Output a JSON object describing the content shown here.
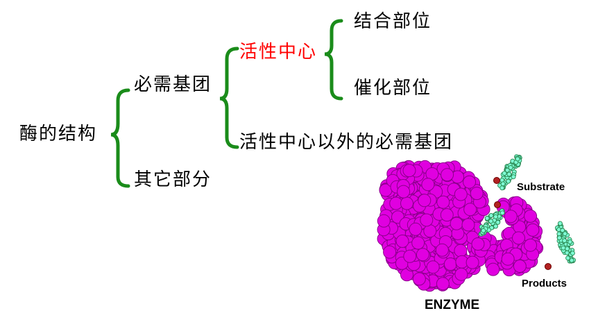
{
  "tree": {
    "root": "酶的结构",
    "level1_a": "必需基团",
    "level1_b": "其它部分",
    "level2_a": "活性中心",
    "level2_b": "活性中心以外的必需基团",
    "level3_a": "结合部位",
    "level3_b": "催化部位"
  },
  "figure": {
    "substrate_label": "Substrate",
    "products_label": "Products",
    "enzyme_label": "ENZYME"
  },
  "colors": {
    "bracket": "#1a8c1a",
    "highlight": "#ff0000",
    "enzyme": "#e000e0",
    "molecule": "#7fffd4",
    "dot": "#b22222"
  }
}
